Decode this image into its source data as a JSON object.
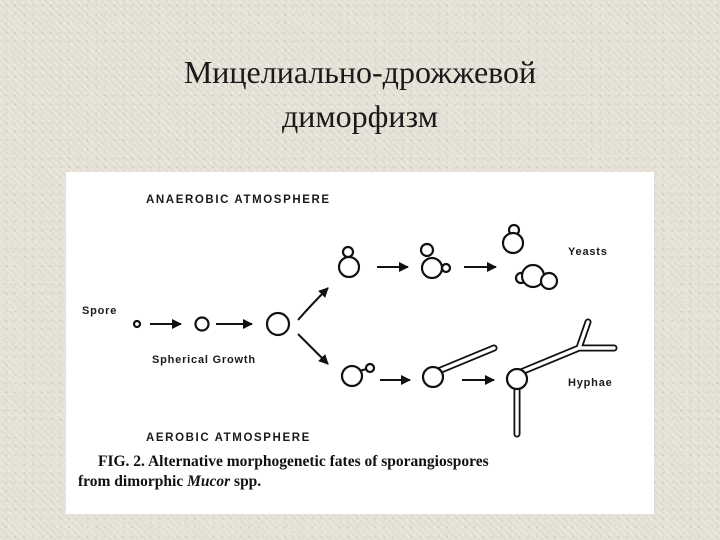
{
  "slide": {
    "title_line1": "Мицелиально-дрожжевой",
    "title_line2": "диморфизм"
  },
  "figure": {
    "top_label": "ANAEROBIC ATMOSPHERE",
    "bottom_label": "AEROBIC ATMOSPHERE",
    "spore_label": "Spore",
    "spherical_growth_label": "Spherical Growth",
    "yeasts_label": "Yeasts",
    "hyphae_label": "Hyphae",
    "caption_prefix": "FIG. 2.",
    "caption_line1_rest": "Alternative morphogenetic fates of sporangiospores",
    "caption_line2_start": "from dimorphic ",
    "caption_genus": "Mucor",
    "caption_line2_end": " spp."
  }
}
